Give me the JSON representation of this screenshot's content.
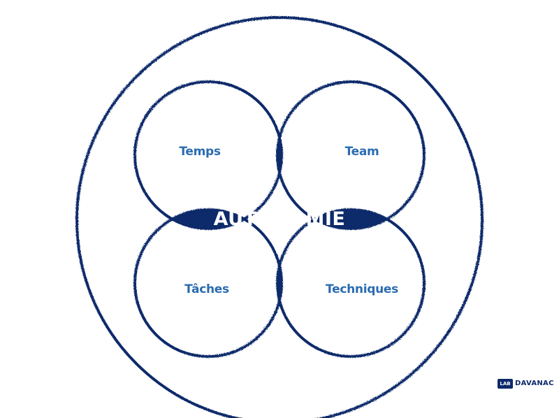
{
  "diagram": {
    "center_label": "AUTONOMIE",
    "quadrants": [
      "Temps",
      "Team",
      "Tâches",
      "Techniques"
    ]
  },
  "logo": {
    "prefix": "LAB",
    "name": "DAVANAC"
  },
  "colors": {
    "navy": "#0d2a6b",
    "label_blue": "#2b6cb0",
    "background": "#ffffff"
  }
}
